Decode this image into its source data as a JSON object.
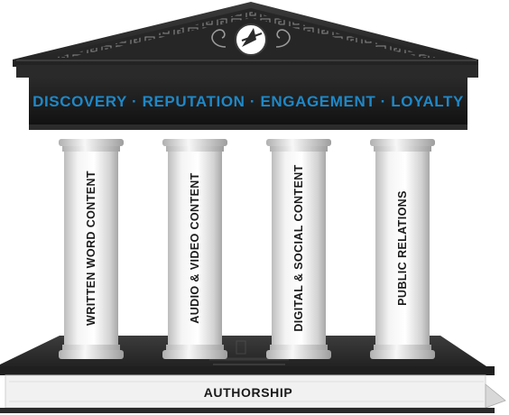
{
  "banner": {
    "text": "DISCOVERY · REPUTATION · ENGAGEMENT · LOYALTY",
    "text_color": "#1e88c8"
  },
  "pillars": [
    {
      "label": "WRITTEN WORD CONTENT"
    },
    {
      "label": "AUDIO & VIDEO CONTENT"
    },
    {
      "label": "DIGITAL & SOCIAL CONTENT"
    },
    {
      "label": "PUBLIC RELATIONS"
    }
  ],
  "foundation": {
    "label": "AUTHORSHIP"
  },
  "logo": {
    "icon": "compass-arrow-logo-icon"
  },
  "colors": {
    "roof": "#2b2b2b",
    "entablature": "#1c1c1c",
    "column": "#e6e6e6",
    "book_cover": "#2f2f2f",
    "pages": "#f2f2f2",
    "accent": "#1e88c8"
  }
}
